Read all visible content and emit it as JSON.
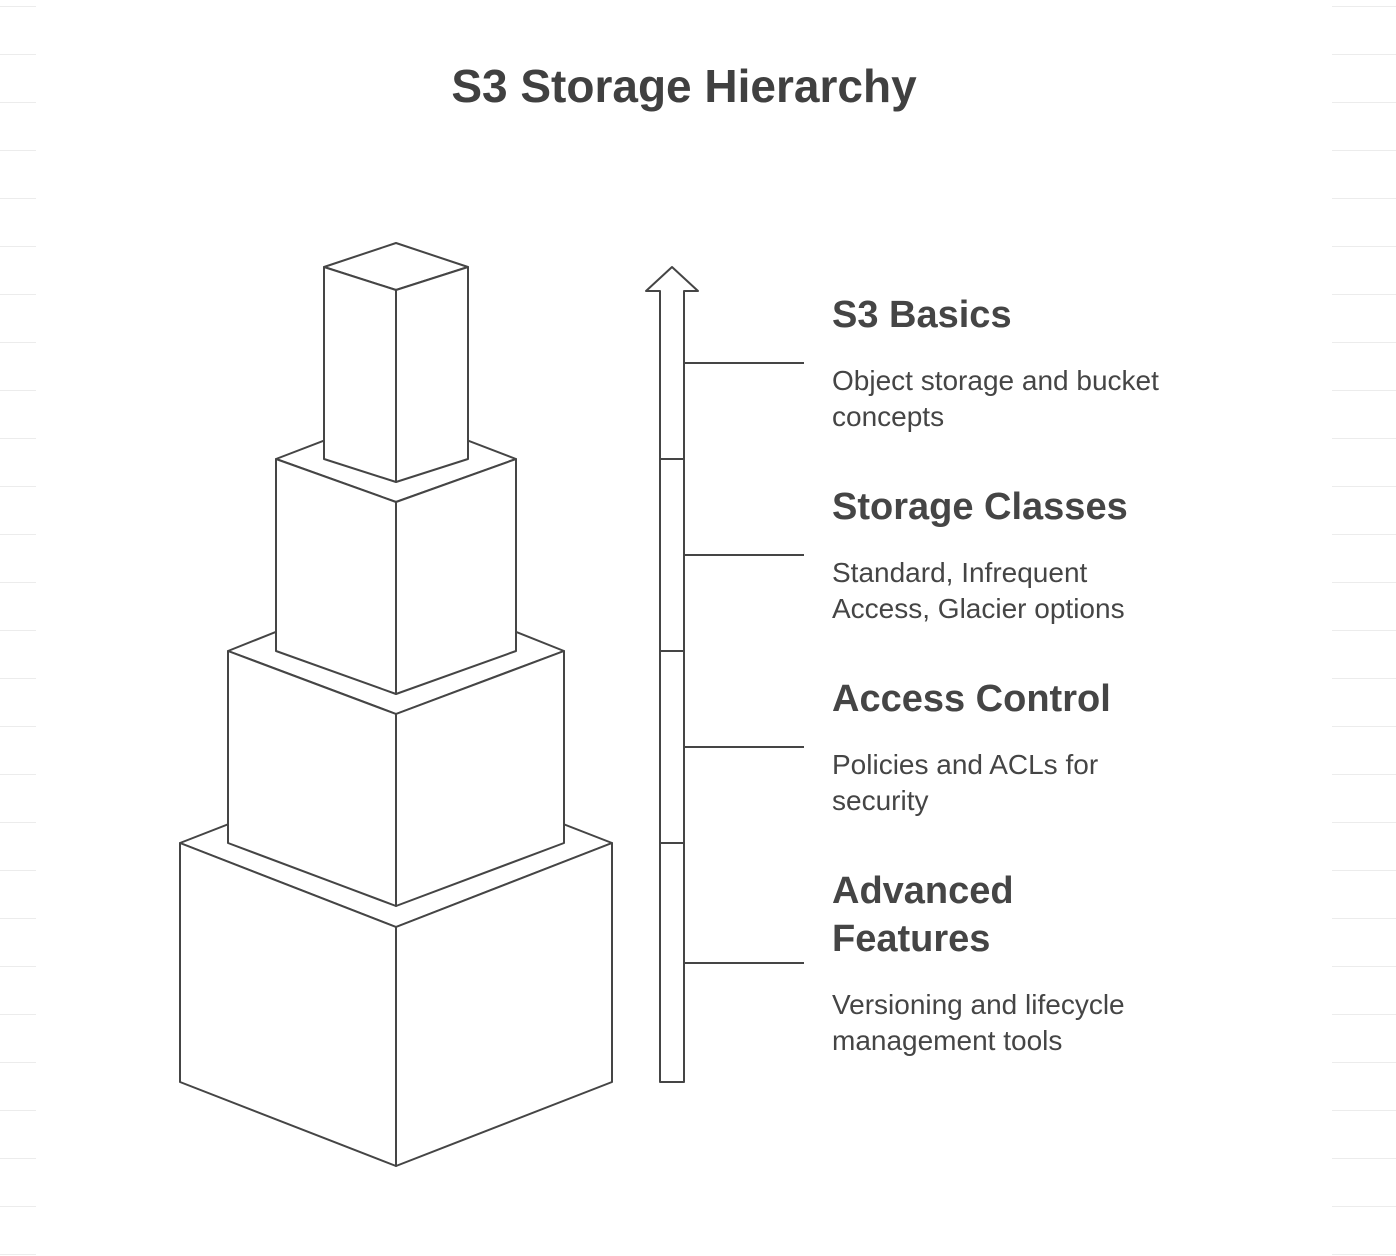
{
  "title": "S3 Storage Hierarchy",
  "levels": [
    {
      "heading": "S3 Basics",
      "description": "Object storage and bucket concepts"
    },
    {
      "heading": "Storage Classes",
      "description": "Standard, Infrequent Access, Glacier options"
    },
    {
      "heading": "Access Control",
      "description": "Policies and ACLs for security"
    },
    {
      "heading": "Advanced Features",
      "description": "Versioning and lifecycle management tools"
    }
  ],
  "colors": {
    "stroke": "#454545",
    "text": "#454545",
    "background": "#ffffff"
  }
}
